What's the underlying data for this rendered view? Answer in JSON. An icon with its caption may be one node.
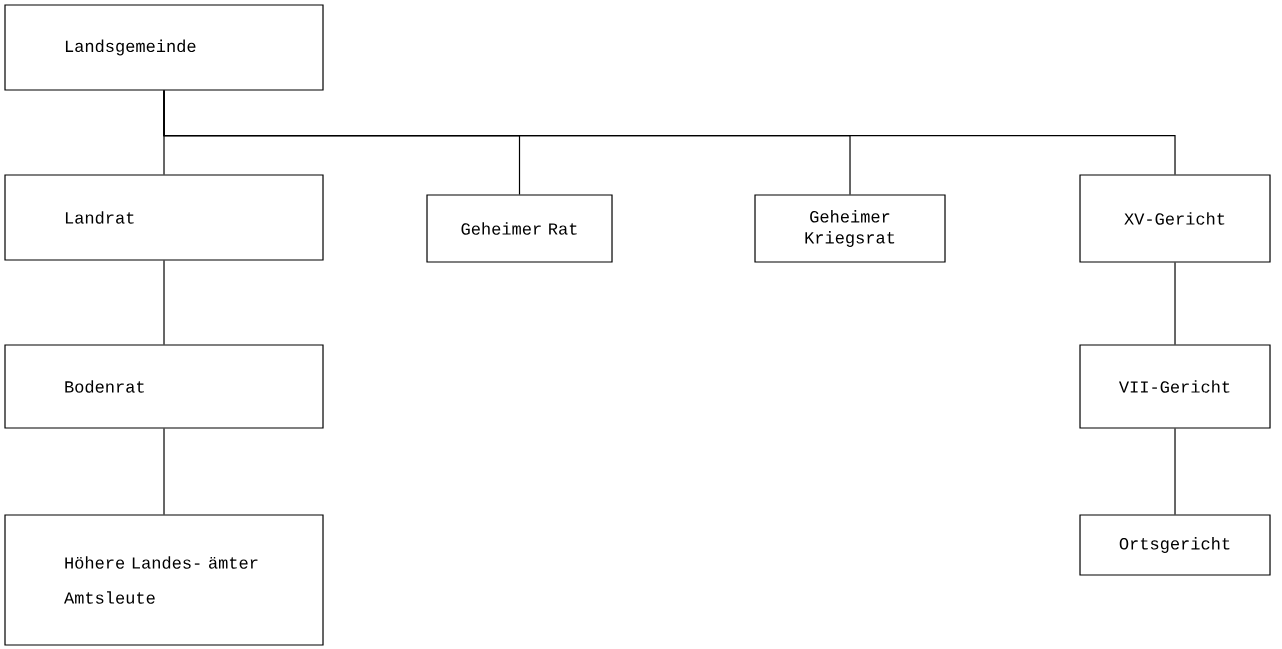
{
  "diagram": {
    "nodes": [
      {
        "text": [
          "Landsgemeinde"
        ]
      },
      {
        "text": [
          "Landrat"
        ]
      },
      {
        "text": [
          "Geheimer Rat"
        ]
      },
      {
        "text": [
          "Geheimer Kriegsrat"
        ]
      },
      {
        "text": [
          "XV-Gericht"
        ]
      },
      {
        "text": [
          "Bodenrat"
        ]
      },
      {
        "text": [
          "Höhere Landes- ämter",
          "Amtsleute"
        ]
      },
      {
        "text": [
          "VII-Gericht"
        ]
      },
      {
        "text": [
          "Ortsgericht"
        ]
      }
    ],
    "edges": [
      {
        "from": 0,
        "to": 1,
        "arrow": "none"
      },
      {
        "from": 0,
        "to": 2,
        "arrow": "none"
      },
      {
        "from": 0,
        "to": 3,
        "arrow": "none"
      },
      {
        "from": 0,
        "to": 4,
        "arrow": "none"
      },
      {
        "from": 1,
        "to": 5,
        "arrow": "none"
      },
      {
        "from": 5,
        "to": 6,
        "arrow": "none"
      },
      {
        "from": 4,
        "to": 7,
        "arrow": "none"
      },
      {
        "from": 7,
        "to": 8,
        "arrow": "none"
      }
    ]
  }
}
